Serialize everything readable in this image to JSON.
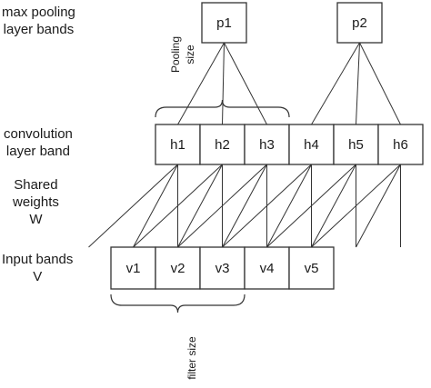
{
  "labels": {
    "pooling": [
      "max pooling",
      "layer bands"
    ],
    "convolution": [
      "convolution",
      "layer band"
    ],
    "weights": [
      "Shared",
      "weights",
      "W"
    ],
    "input": [
      "Input bands",
      "V"
    ]
  },
  "pool_units": [
    "p1",
    "p2"
  ],
  "conv_units": [
    "h1",
    "h2",
    "h3",
    "h4",
    "h5",
    "h6"
  ],
  "input_units": [
    "v1",
    "v2",
    "v3",
    "v4",
    "v5"
  ],
  "annotations": {
    "pooling_size": [
      "Pooling",
      "size"
    ],
    "filter_size": "filter size"
  }
}
